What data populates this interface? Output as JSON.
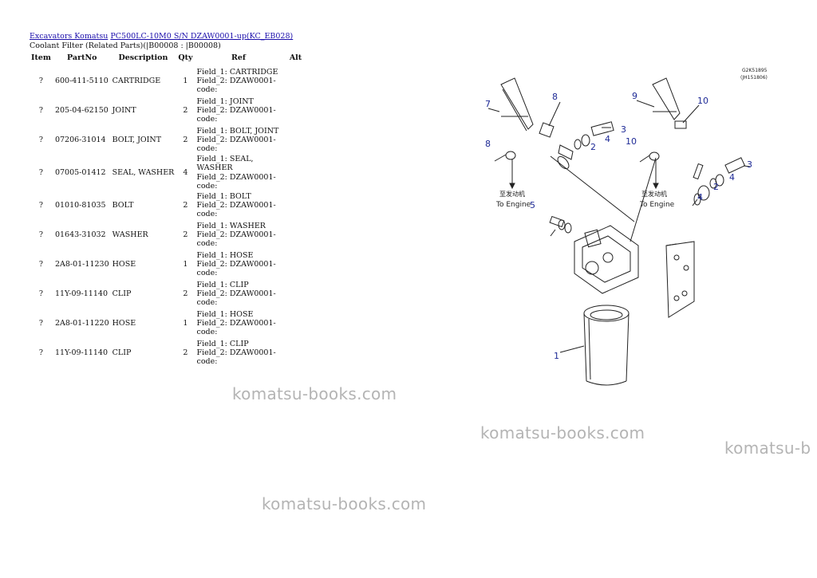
{
  "breadcrumb": {
    "link1": "Excavators Komatsu",
    "link2": "PC500LC-10M0 S/N DZAW0001-up(KC_EB028)"
  },
  "subtitle": "Coolant Filter (Related Parts)(|B00008 : |B00008)",
  "table": {
    "headers": {
      "item": "Item",
      "partno": "PartNo",
      "description": "Description",
      "qty": "Qty",
      "ref": "Ref",
      "alt": "Alt"
    },
    "rows": [
      {
        "item": "?",
        "partno": "600-411-5110",
        "description": "CARTRIDGE",
        "qty": "1",
        "ref1": "Field_1: CARTRIDGE",
        "ref2": "Field_2: DZAW0001-",
        "ref3": "code:"
      },
      {
        "item": "?",
        "partno": "205-04-62150",
        "description": "JOINT",
        "qty": "2",
        "ref1": "Field_1: JOINT",
        "ref2": "Field_2: DZAW0001-",
        "ref3": "code:"
      },
      {
        "item": "?",
        "partno": "07206-31014",
        "description": "BOLT, JOINT",
        "qty": "2",
        "ref1": "Field_1: BOLT, JOINT",
        "ref2": "Field_2: DZAW0001-",
        "ref3": "code:"
      },
      {
        "item": "?",
        "partno": "07005-01412",
        "description": "SEAL, WASHER",
        "qty": "4",
        "ref1": "Field_1: SEAL, WASHER",
        "ref2": "Field_2: DZAW0001-",
        "ref3": "code:"
      },
      {
        "item": "?",
        "partno": "01010-81035",
        "description": "BOLT",
        "qty": "2",
        "ref1": "Field_1: BOLT",
        "ref2": "Field_2: DZAW0001-",
        "ref3": "code:"
      },
      {
        "item": "?",
        "partno": "01643-31032",
        "description": "WASHER",
        "qty": "2",
        "ref1": "Field_1: WASHER",
        "ref2": "Field_2: DZAW0001-",
        "ref3": "code:"
      },
      {
        "item": "?",
        "partno": "2A8-01-11230",
        "description": "HOSE",
        "qty": "1",
        "ref1": "Field_1: HOSE",
        "ref2": "Field_2: DZAW0001-",
        "ref3": "code:"
      },
      {
        "item": "?",
        "partno": "11Y-09-11140",
        "description": "CLIP",
        "qty": "2",
        "ref1": "Field_1: CLIP",
        "ref2": "Field_2: DZAW0001-",
        "ref3": "code:"
      },
      {
        "item": "?",
        "partno": "2A8-01-11220",
        "description": "HOSE",
        "qty": "1",
        "ref1": "Field_1: HOSE",
        "ref2": "Field_2: DZAW0001-",
        "ref3": "code:"
      },
      {
        "item": "?",
        "partno": "11Y-09-11140",
        "description": "CLIP",
        "qty": "2",
        "ref1": "Field_1: CLIP",
        "ref2": "Field_2: DZAW0001-",
        "ref3": "code:"
      }
    ]
  },
  "watermarks": [
    "komatsu-books.com",
    "komatsu-books.com",
    "komatsu-b",
    "komatsu-books.com"
  ],
  "diagram": {
    "code1": "G2K51895",
    "code2": "(JH151806)",
    "engine_cn": "至发动机",
    "engine_en": "To Engine",
    "callouts": [
      "7",
      "8",
      "8",
      "9",
      "10",
      "3",
      "4",
      "2",
      "10",
      "3",
      "4",
      "2",
      "4",
      "5",
      "1"
    ]
  },
  "colors": {
    "link": "#1a0dab",
    "callout": "#1e2a96",
    "watermark": "#b4b4b4"
  }
}
